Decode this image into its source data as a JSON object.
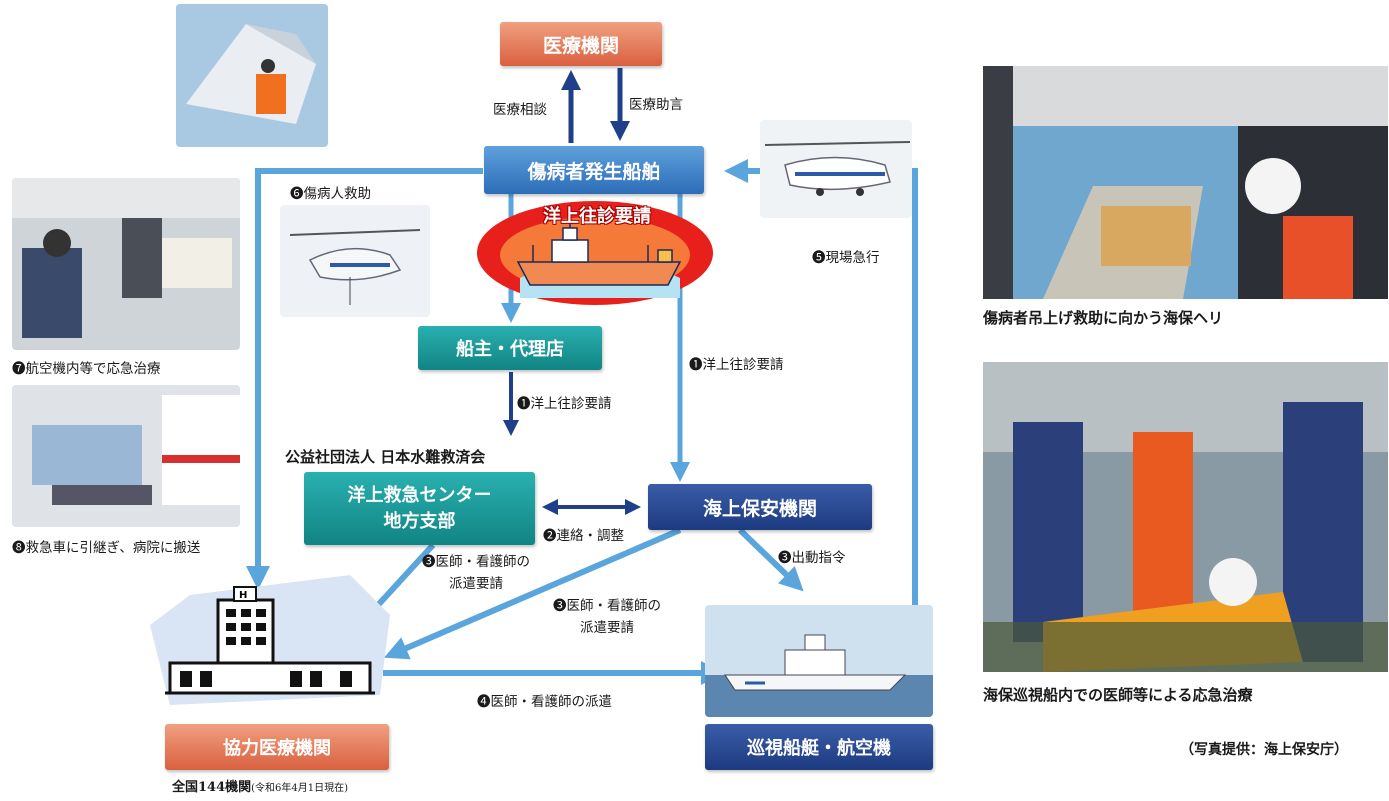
{
  "colors": {
    "arrow_light": "#5aa6dc",
    "arrow_dark": "#1f3f8a",
    "orange_box": "#e07050",
    "blue_box": "#3a82c8",
    "teal_box": "#169494",
    "navy_box": "#263f8f",
    "burst": "#e8201c"
  },
  "boxes": {
    "medical_institution": "医療機関",
    "injured_ship": "傷病者発生船舶",
    "owner_agent": "船主・代理店",
    "center_line1": "洋上救急センター",
    "center_line2": "地方支部",
    "coast_guard": "海上保安機関",
    "cooperating_hospital": "協力医療機関",
    "patrol": "巡視船艇・航空機"
  },
  "request_burst": "洋上往診要請",
  "org_title": "公益社団法人 日本水難救済会",
  "hospital_count": "全国144機関",
  "hospital_count_note": "(令和6年4月1日現在)",
  "labels": {
    "consult": "医療相談",
    "advice": "医療助言",
    "rescue6": "❻傷病人救助",
    "rush5": "❺現場急行",
    "request1a": "❶洋上往診要請",
    "request1b": "❶洋上往診要請",
    "contact2": "❷連絡・調整",
    "dispatch3a_line1": "❸医師・看護師の",
    "dispatch3a_line2": "派遣要請",
    "dispatch3b_line1": "❸医師・看護師の",
    "dispatch3b_line2": "派遣要請",
    "order3": "❸出動指令",
    "dispatch4": "❹医師・看護師の派遣",
    "treat7": "❼航空機内等で応急治療",
    "transfer8": "❽救急車に引継ぎ、病院に搬送"
  },
  "captions": {
    "heli": "傷病者吊上げ救助に向かう海保ヘリ",
    "ship": "海保巡視船内での医師等による応急治療",
    "credit": "（写真提供：海上保安庁）"
  },
  "icons": [
    "helicopter-icon",
    "ship-icon",
    "hospital-icon",
    "ambulance-icon",
    "airplane-cabin-icon"
  ]
}
